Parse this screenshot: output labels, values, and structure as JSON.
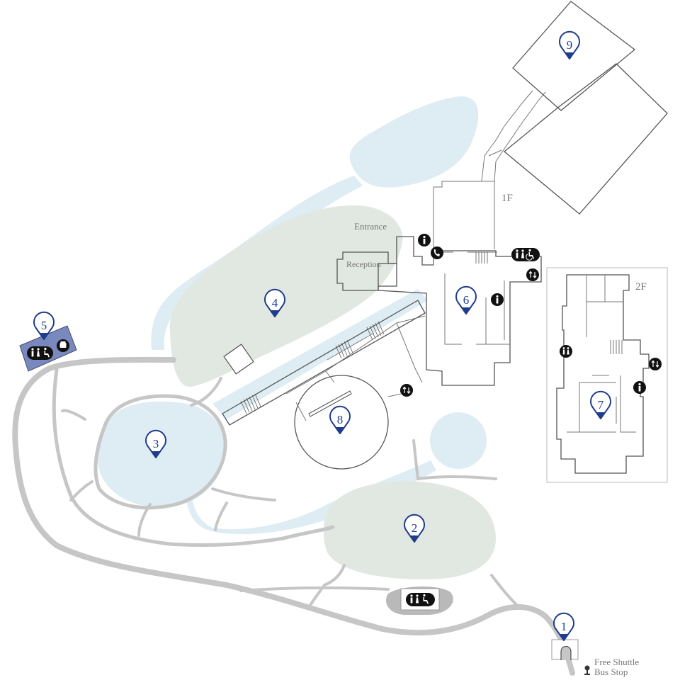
{
  "labels": {
    "entrance": "Entrance",
    "reception": "Reception",
    "floor1": "1F",
    "floor2": "2F",
    "shuttle_line1": "Free Shuttle",
    "shuttle_line2": "Bus Stop"
  },
  "pins": [
    "1",
    "2",
    "3",
    "4",
    "5",
    "6",
    "7",
    "8",
    "9"
  ],
  "facility_icons": {
    "information": "info-icon",
    "telephone": "phone-icon",
    "restroom": "restroom-icon",
    "accessible_restroom": "accessible-restroom-icon",
    "elevator": "elevator-icon",
    "coin_locker": "locker-icon",
    "bus_stop": "bus-stop-icon"
  },
  "colors": {
    "pin": "#1f3d8c",
    "water": "#deedf3",
    "lawn": "#e1e8e1",
    "path": "#c6c6c6",
    "zone5": "#7a88c0",
    "icon": "#111111"
  }
}
